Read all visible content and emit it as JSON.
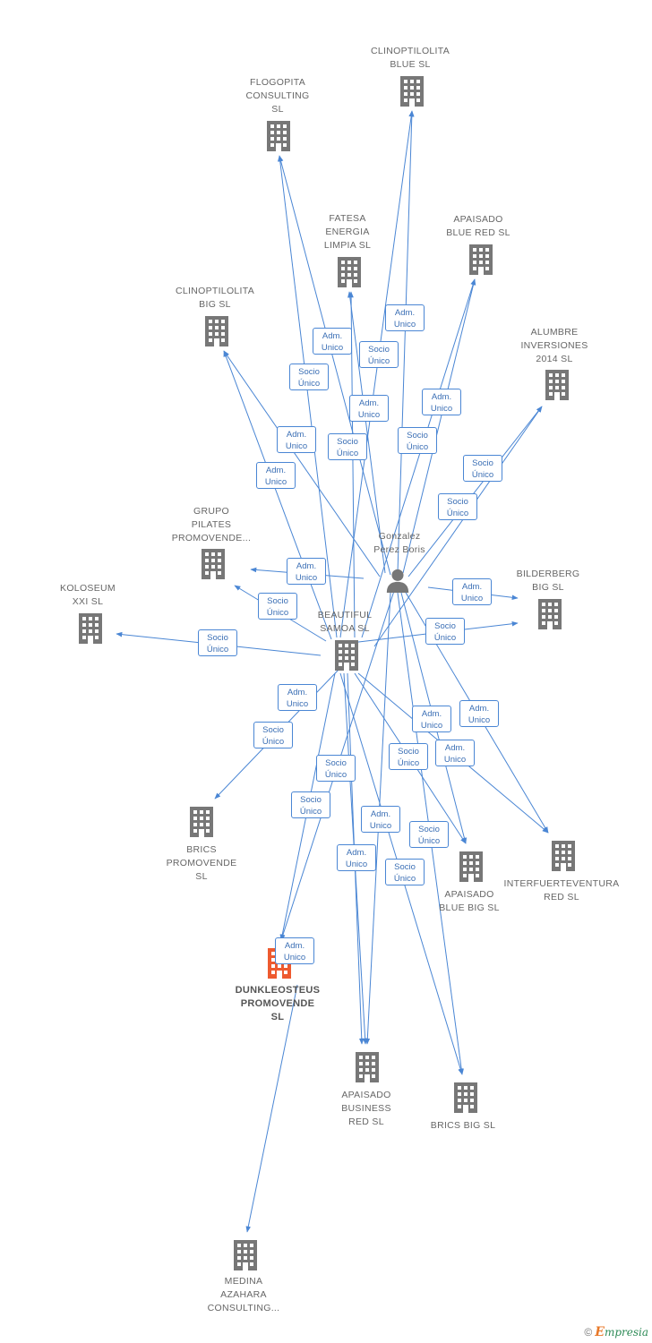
{
  "colors": {
    "building": "#777777",
    "focus": "#ee5a2f",
    "edge": "#4a86d4",
    "label": "#666666"
  },
  "nodes": [
    {
      "id": "clinoptilolita_blue",
      "kind": "company",
      "lines": [
        "CLINOPTILOLITA",
        "BLUE  SL"
      ]
    },
    {
      "id": "flogopita",
      "kind": "company",
      "lines": [
        "FLOGOPITA",
        "CONSULTING",
        "SL"
      ]
    },
    {
      "id": "fatesa",
      "kind": "company",
      "lines": [
        "FATESA",
        "ENERGIA",
        "LIMPIA  SL"
      ]
    },
    {
      "id": "apaisado_blue_red",
      "kind": "company",
      "lines": [
        "APAISADO",
        "BLUE RED  SL"
      ]
    },
    {
      "id": "clinoptilolita_big",
      "kind": "company",
      "lines": [
        "CLINOPTILOLITA",
        "BIG  SL"
      ]
    },
    {
      "id": "alumbre",
      "kind": "company",
      "lines": [
        "ALUMBRE",
        "INVERSIONES",
        "2014  SL"
      ]
    },
    {
      "id": "grupo_pilates",
      "kind": "company",
      "lines": [
        "GRUPO",
        "PILATES",
        "PROMOVENDE..."
      ]
    },
    {
      "id": "gonzalez",
      "kind": "person",
      "lines": [
        "Gonzalez",
        "Perez Boris"
      ]
    },
    {
      "id": "koloseum",
      "kind": "company",
      "lines": [
        "KOLOSEUM",
        "XXI  SL"
      ]
    },
    {
      "id": "bilderberg",
      "kind": "company",
      "lines": [
        "BILDERBERG",
        "BIG  SL"
      ]
    },
    {
      "id": "beautiful_samoa",
      "kind": "company",
      "lines": [
        "BEAUTIFUL",
        "SAMOA SL"
      ]
    },
    {
      "id": "brics_promovende",
      "kind": "company",
      "lines": [
        "BRICS",
        "PROMOVENDE",
        "SL"
      ]
    },
    {
      "id": "interfuerteventura",
      "kind": "company",
      "lines": [
        "INTERFUERTEVENTURA",
        "RED  SL"
      ]
    },
    {
      "id": "apaisado_blue_big",
      "kind": "company",
      "lines": [
        "APAISADO",
        "BLUE BIG  SL"
      ]
    },
    {
      "id": "dunkleosteus",
      "kind": "focus",
      "lines": [
        "DUNKLEOSTEUS",
        "PROMOVENDE",
        "SL"
      ]
    },
    {
      "id": "apaisado_business",
      "kind": "company",
      "lines": [
        "APAISADO",
        "BUSINESS",
        "RED  SL"
      ]
    },
    {
      "id": "brics_big",
      "kind": "company",
      "lines": [
        "BRICS BIG  SL"
      ]
    },
    {
      "id": "medina",
      "kind": "company",
      "lines": [
        "MEDINA",
        "AZAHARA",
        "CONSULTING..."
      ]
    }
  ],
  "edge_labels": [
    [
      "Adm.",
      "Unico"
    ],
    [
      "Adm.",
      "Unico"
    ],
    [
      "Socio",
      "Único"
    ],
    [
      "Socio",
      "Único"
    ],
    [
      "Adm.",
      "Unico"
    ],
    [
      "Adm.",
      "Unico"
    ],
    [
      "Socio",
      "Único"
    ],
    [
      "Socio",
      "Único"
    ],
    [
      "Adm.",
      "Unico"
    ],
    [
      "Adm.",
      "Unico"
    ],
    [
      "Socio",
      "Único"
    ],
    [
      "Socio",
      "Único"
    ],
    [
      "Adm.",
      "Unico"
    ],
    [
      "Socio",
      "Único"
    ],
    [
      "Adm.",
      "Unico"
    ],
    [
      "Socio",
      "Único"
    ],
    [
      "Socio",
      "Único"
    ],
    [
      "Adm.",
      "Unico"
    ],
    [
      "Socio",
      "Único"
    ],
    [
      "Adm.",
      "Unico"
    ],
    [
      "Adm.",
      "Unico"
    ],
    [
      "Socio",
      "Único"
    ],
    [
      "Socio",
      "Único"
    ],
    [
      "Adm.",
      "Unico"
    ],
    [
      "Socio",
      "Único"
    ],
    [
      "Adm.",
      "Unico"
    ],
    [
      "Socio",
      "Único"
    ],
    [
      "Adm.",
      "Unico"
    ],
    [
      "Socio",
      "Único"
    ],
    [
      "Adm.",
      "Unico"
    ],
    [
      "Socio",
      "Único"
    ],
    [
      "Socio",
      "Único"
    ]
  ],
  "credit": {
    "symbol": "©",
    "brand_initial": "E",
    "brand_rest": "mpresia"
  }
}
